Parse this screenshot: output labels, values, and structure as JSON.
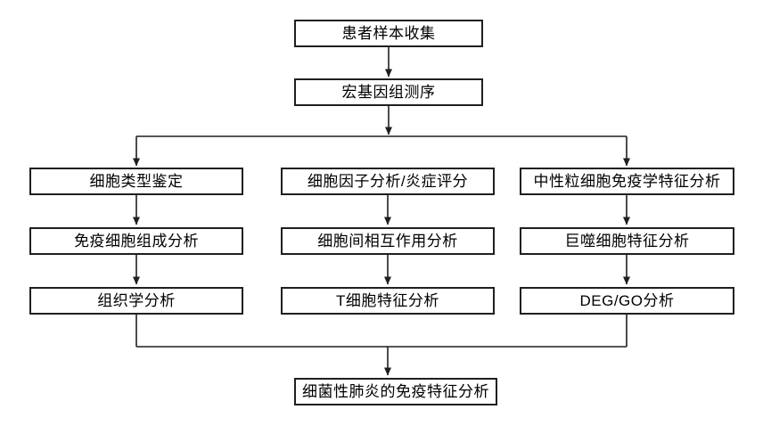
{
  "flow": {
    "top_nodes": [
      {
        "label": "患者样本收集"
      },
      {
        "label": "宏基因组测序"
      }
    ],
    "columns": [
      {
        "nodes": [
          {
            "label": "细胞类型鉴定"
          },
          {
            "label": "免疫细胞组成分析"
          },
          {
            "label": "组织学分析"
          }
        ]
      },
      {
        "nodes": [
          {
            "label": "细胞因子分析/炎症评分"
          },
          {
            "label": "细胞间相互作用分析"
          },
          {
            "label": "T细胞特征分析"
          }
        ]
      },
      {
        "nodes": [
          {
            "label": "中性粒细胞免疫学特征分析"
          },
          {
            "label": "巨噬细胞特征分析"
          },
          {
            "label": "DEG/GO分析"
          }
        ]
      }
    ],
    "final_node": {
      "label": "细菌性肺炎的免疫特征分析"
    },
    "colors": {
      "background": "#ffffff",
      "box_border": "#1f1f1f",
      "line": "#1f1f1f",
      "text": "#000000"
    }
  }
}
